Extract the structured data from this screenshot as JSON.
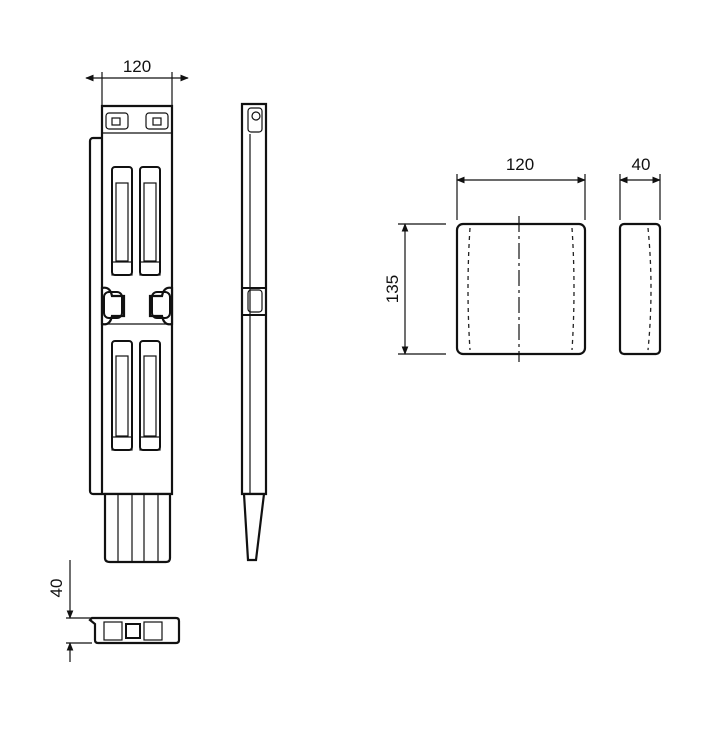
{
  "dimensions": {
    "front_width": "120",
    "section_height": "40",
    "block_width": "120",
    "block_height": "135",
    "block_depth": "40"
  }
}
